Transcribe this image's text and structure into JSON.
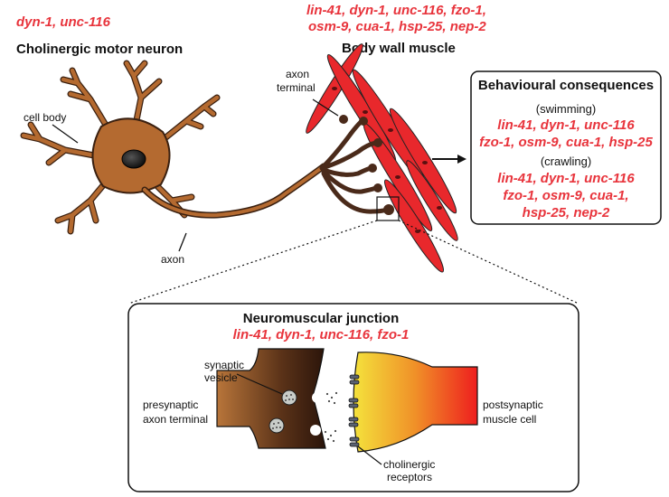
{
  "neuron": {
    "genes": "dyn-1, unc-116",
    "title": "Cholinergic motor neuron",
    "cell_body_label": "cell body",
    "axon_label": "axon",
    "axon_terminal_label_1": "axon",
    "axon_terminal_label_2": "terminal"
  },
  "muscle": {
    "genes_line1": "lin-41, dyn-1, unc-116, fzo-1,",
    "genes_line2": "osm-9, cua-1, hsp-25, nep-2",
    "title": "Body wall muscle"
  },
  "behaviour": {
    "title": "Behavioural consequences",
    "swimming_label": "(swimming)",
    "swimming_genes_1": "lin-41, dyn-1, unc-116",
    "swimming_genes_2": "fzo-1, osm-9, cua-1, hsp-25",
    "crawling_label": "(crawling)",
    "crawling_genes_1": "lin-41, dyn-1, unc-116",
    "crawling_genes_2": "fzo-1, osm-9, cua-1,",
    "crawling_genes_3": "hsp-25, nep-2"
  },
  "nmj": {
    "title": "Neuromuscular junction",
    "genes": "lin-41, dyn-1, unc-116, fzo-1",
    "vesicle_label_1": "synaptic",
    "vesicle_label_2": "vesicle",
    "pre_label_1": "presynaptic",
    "pre_label_2": "axon terminal",
    "post_label_1": "postsynaptic",
    "post_label_2": "muscle cell",
    "receptor_label_1": "cholinergic",
    "receptor_label_2": "receptors"
  },
  "colors": {
    "neuron_fill": "#b46a30",
    "neuron_dark": "#4a2a1a",
    "muscle_fill": "#e8282c",
    "gene_red": "#e8343c",
    "receptor_fill": "#5a6272"
  }
}
